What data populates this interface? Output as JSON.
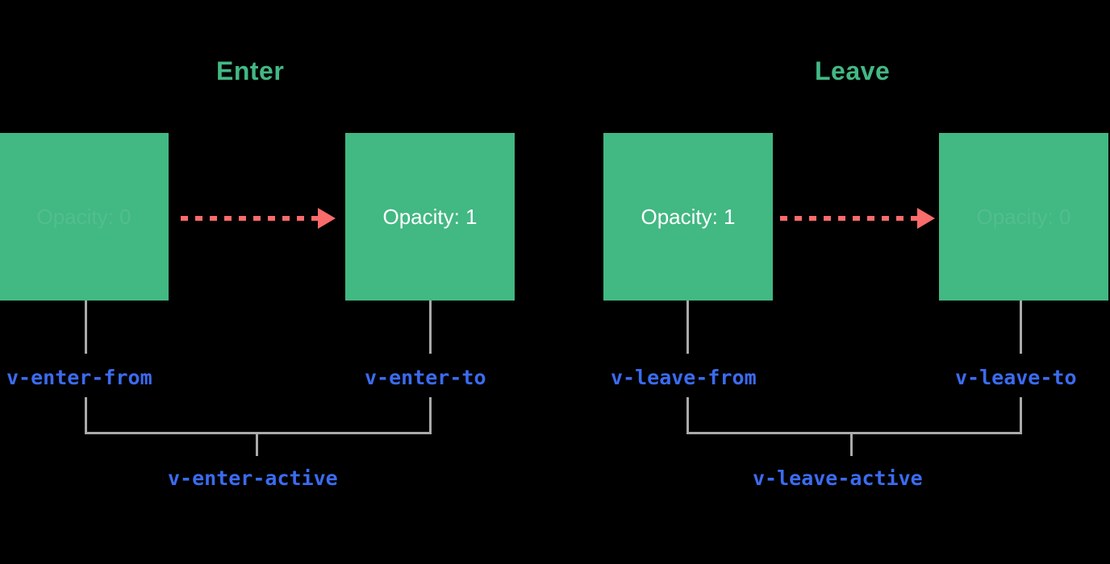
{
  "theme": {
    "background": "#000000",
    "box_green": "#42b883",
    "title_green": "#42b883",
    "arrow_coral": "#fa6b6b",
    "class_blue": "#3b6bf0",
    "line_grey": "#aaaaaa",
    "box_text_white": "#ffffff"
  },
  "sections": {
    "enter": {
      "title": "Enter"
    },
    "leave": {
      "title": "Leave"
    }
  },
  "boxes": [
    {
      "id": "enter-from",
      "text": "Opacity: 0",
      "faded": true,
      "section": "enter"
    },
    {
      "id": "enter-to",
      "text": "Opacity: 1",
      "faded": false,
      "section": "enter"
    },
    {
      "id": "leave-from",
      "text": "Opacity: 1",
      "faded": false,
      "section": "leave"
    },
    {
      "id": "leave-to",
      "text": "Opacity: 0",
      "faded": true,
      "section": "leave"
    }
  ],
  "class_labels": {
    "enter_from": "v-enter-from",
    "enter_to": "v-enter-to",
    "enter_active": "v-enter-active",
    "leave_from": "v-leave-from",
    "leave_to": "v-leave-to",
    "leave_active": "v-leave-active"
  },
  "arrows": [
    {
      "id": "arrow-enter",
      "style": "dashed",
      "direction": "right",
      "section": "enter"
    },
    {
      "id": "arrow-leave",
      "style": "dashed",
      "direction": "right",
      "section": "leave"
    }
  ]
}
